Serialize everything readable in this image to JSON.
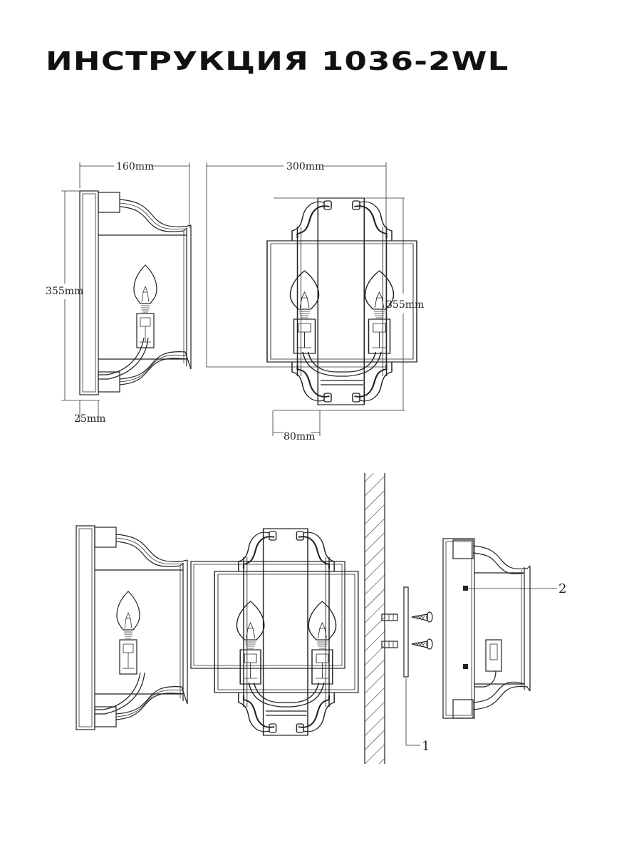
{
  "title": "ИНСТРУКЦИЯ 1036-2WL",
  "dimensions": {
    "side_width": "160mm",
    "front_width": "300mm",
    "side_height": "355mm",
    "front_height": "355mm",
    "base_depth": "25mm",
    "arm_spacing": "80mm"
  },
  "callouts": {
    "mounting_plate": "1",
    "fixing_point": "2"
  }
}
